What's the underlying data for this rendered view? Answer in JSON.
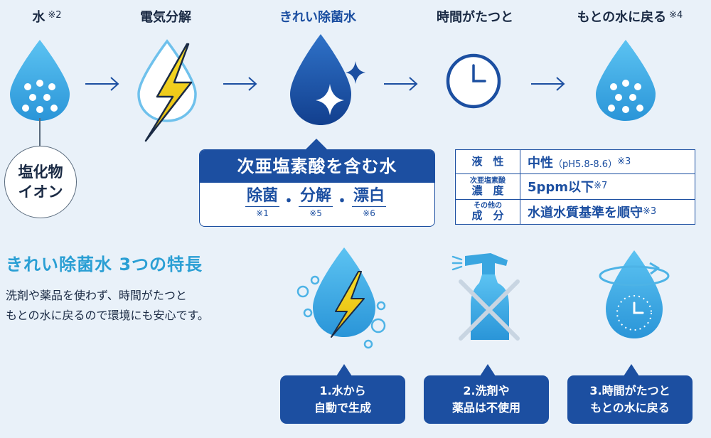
{
  "steps": [
    {
      "label": "水",
      "note": "※2"
    },
    {
      "label": "電気分解",
      "note": ""
    },
    {
      "label": "きれい除菌水",
      "note": ""
    },
    {
      "label": "時間がたつと",
      "note": ""
    },
    {
      "label": "もとの水に戻る",
      "note": "※4"
    }
  ],
  "ion": {
    "line1": "塩化物",
    "line2": "イオン"
  },
  "main_box": {
    "title": "次亜塩素酸を含む水",
    "effects": [
      {
        "label": "除菌",
        "note": "※1"
      },
      {
        "label": "分解",
        "note": "※5"
      },
      {
        "label": "漂白",
        "note": "※6"
      }
    ],
    "separator": "・"
  },
  "properties": [
    {
      "key_small": "",
      "key": "液　性",
      "value": "中性",
      "value_mini": "（pH5.8-8.6）",
      "note": "※3"
    },
    {
      "key_small": "次亜塩素酸",
      "key": "濃　度",
      "value": "5ppm以下",
      "value_mini": "",
      "note": "※7"
    },
    {
      "key_small": "その他の",
      "key": "成　分",
      "value": "水道水質基準を順守",
      "value_mini": "",
      "note": "※3"
    }
  ],
  "features": {
    "title": "きれい除菌水 3つの特長",
    "desc_line1": "洗剤や薬品を使わず、時間がたつと",
    "desc_line2": "もとの水に戻るので環境にも安心です。",
    "items": [
      {
        "line1": "1.水から",
        "line2": "自動で生成"
      },
      {
        "line1": "2.洗剤や",
        "line2": "薬品は不使用"
      },
      {
        "line1": "3.時間がたつと",
        "line2": "もとの水に戻る"
      }
    ]
  },
  "icons": [
    "water-drop-icon",
    "lightning-drop-icon",
    "sparkle-drop-icon",
    "clock-icon",
    "water-drop-icon",
    "no-spray-icon",
    "rotating-clock-drop-icon"
  ],
  "colors": {
    "navy": "#1c4fa1",
    "cyan": "#2a9fd4",
    "drop": "#3aa6e0",
    "background": "#e9f1f9",
    "lightning": "#f1d21b"
  }
}
